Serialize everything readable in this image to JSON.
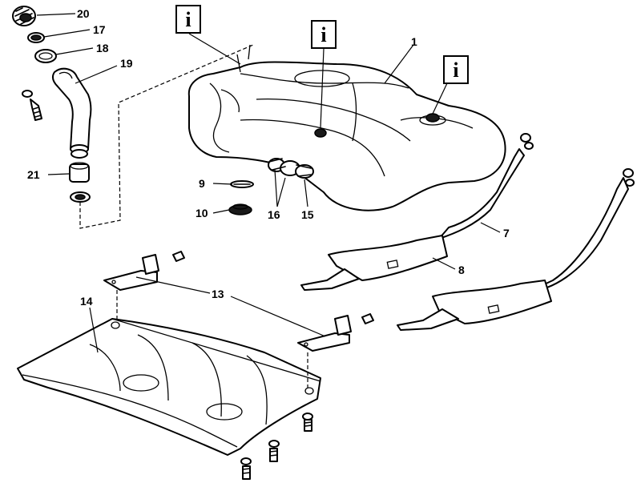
{
  "info_symbol": "i",
  "callouts": {
    "c1": "1",
    "c7": "7",
    "c8": "8",
    "c9": "9",
    "c10": "10",
    "c13": "13",
    "c14": "14",
    "c15": "15",
    "c16": "16",
    "c17": "17",
    "c18": "18",
    "c19": "19",
    "c20": "20",
    "c21": "21"
  },
  "icons": [
    "info-icon",
    "bolt-icon",
    "washer-icon",
    "clamp-icon"
  ]
}
